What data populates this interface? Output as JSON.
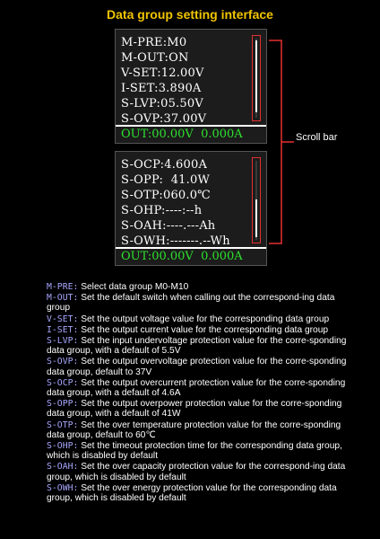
{
  "title": "Data group setting interface",
  "screen1": {
    "lines": [
      "M-PRE:M0",
      "M-OUT:ON",
      "V-SET:12.00V",
      "I-SET:3.890A",
      "S-LVP:05.50V",
      "S-OVP:37.00V"
    ],
    "status": "OUT:00.00V  0.000A"
  },
  "screen2": {
    "lines": [
      "S-OCP:4.600A",
      "S-OPP:  41.0W",
      "S-OTP:060.0℃",
      "S-OHP:----:--h",
      "S-OAH:----.---Ah",
      "S-OWH:-------.--Wh"
    ],
    "status": "OUT:00.00V  0.000A"
  },
  "scroll_label": "Scroll bar",
  "scrollbar_color": "#e23030",
  "descriptions": [
    {
      "code": "M-PRE:",
      "text": " Select data group M0-M10"
    },
    {
      "code": "M-OUT:",
      "text": " Set the default switch when calling out the correspond-ing data group"
    },
    {
      "code": "V-SET:",
      "text": " Set the output voltage value for the corresponding data group"
    },
    {
      "code": "I-SET:",
      "text": " Set the output current value for the corresponding data group"
    },
    {
      "code": "S-LVP:",
      "text": " Set the input undervoltage protection value for the corre-sponding data group, with a default of 5.5V"
    },
    {
      "code": "S-OVP:",
      "text": " Set the output overvoltage protection value for the corre-sponding data group, default to 37V"
    },
    {
      "code": "S-OCP:",
      "text": " Set the output overcurrent protection value for the corre-sponding data group, with a default of 4.6A"
    },
    {
      "code": "S-OPP:",
      "text": " Set the output overpower protection value for the corre-sponding data group, with a default of 41W"
    },
    {
      "code": "S-OTP:",
      "text": " Set the over temperature protection value for the corre-sponding data group, default to 60℃"
    },
    {
      "code": "S-OHP:",
      "text": " Set the timeout protection time for the corresponding data group, which is disabled by default"
    },
    {
      "code": "S-OAH:",
      "text": " Set the over capacity protection value for the correspond-ing data group, which is disabled by default"
    },
    {
      "code": "S-OWH:",
      "text": " Set the over energy protection value for the corresponding data group, which is disabled by default"
    }
  ]
}
